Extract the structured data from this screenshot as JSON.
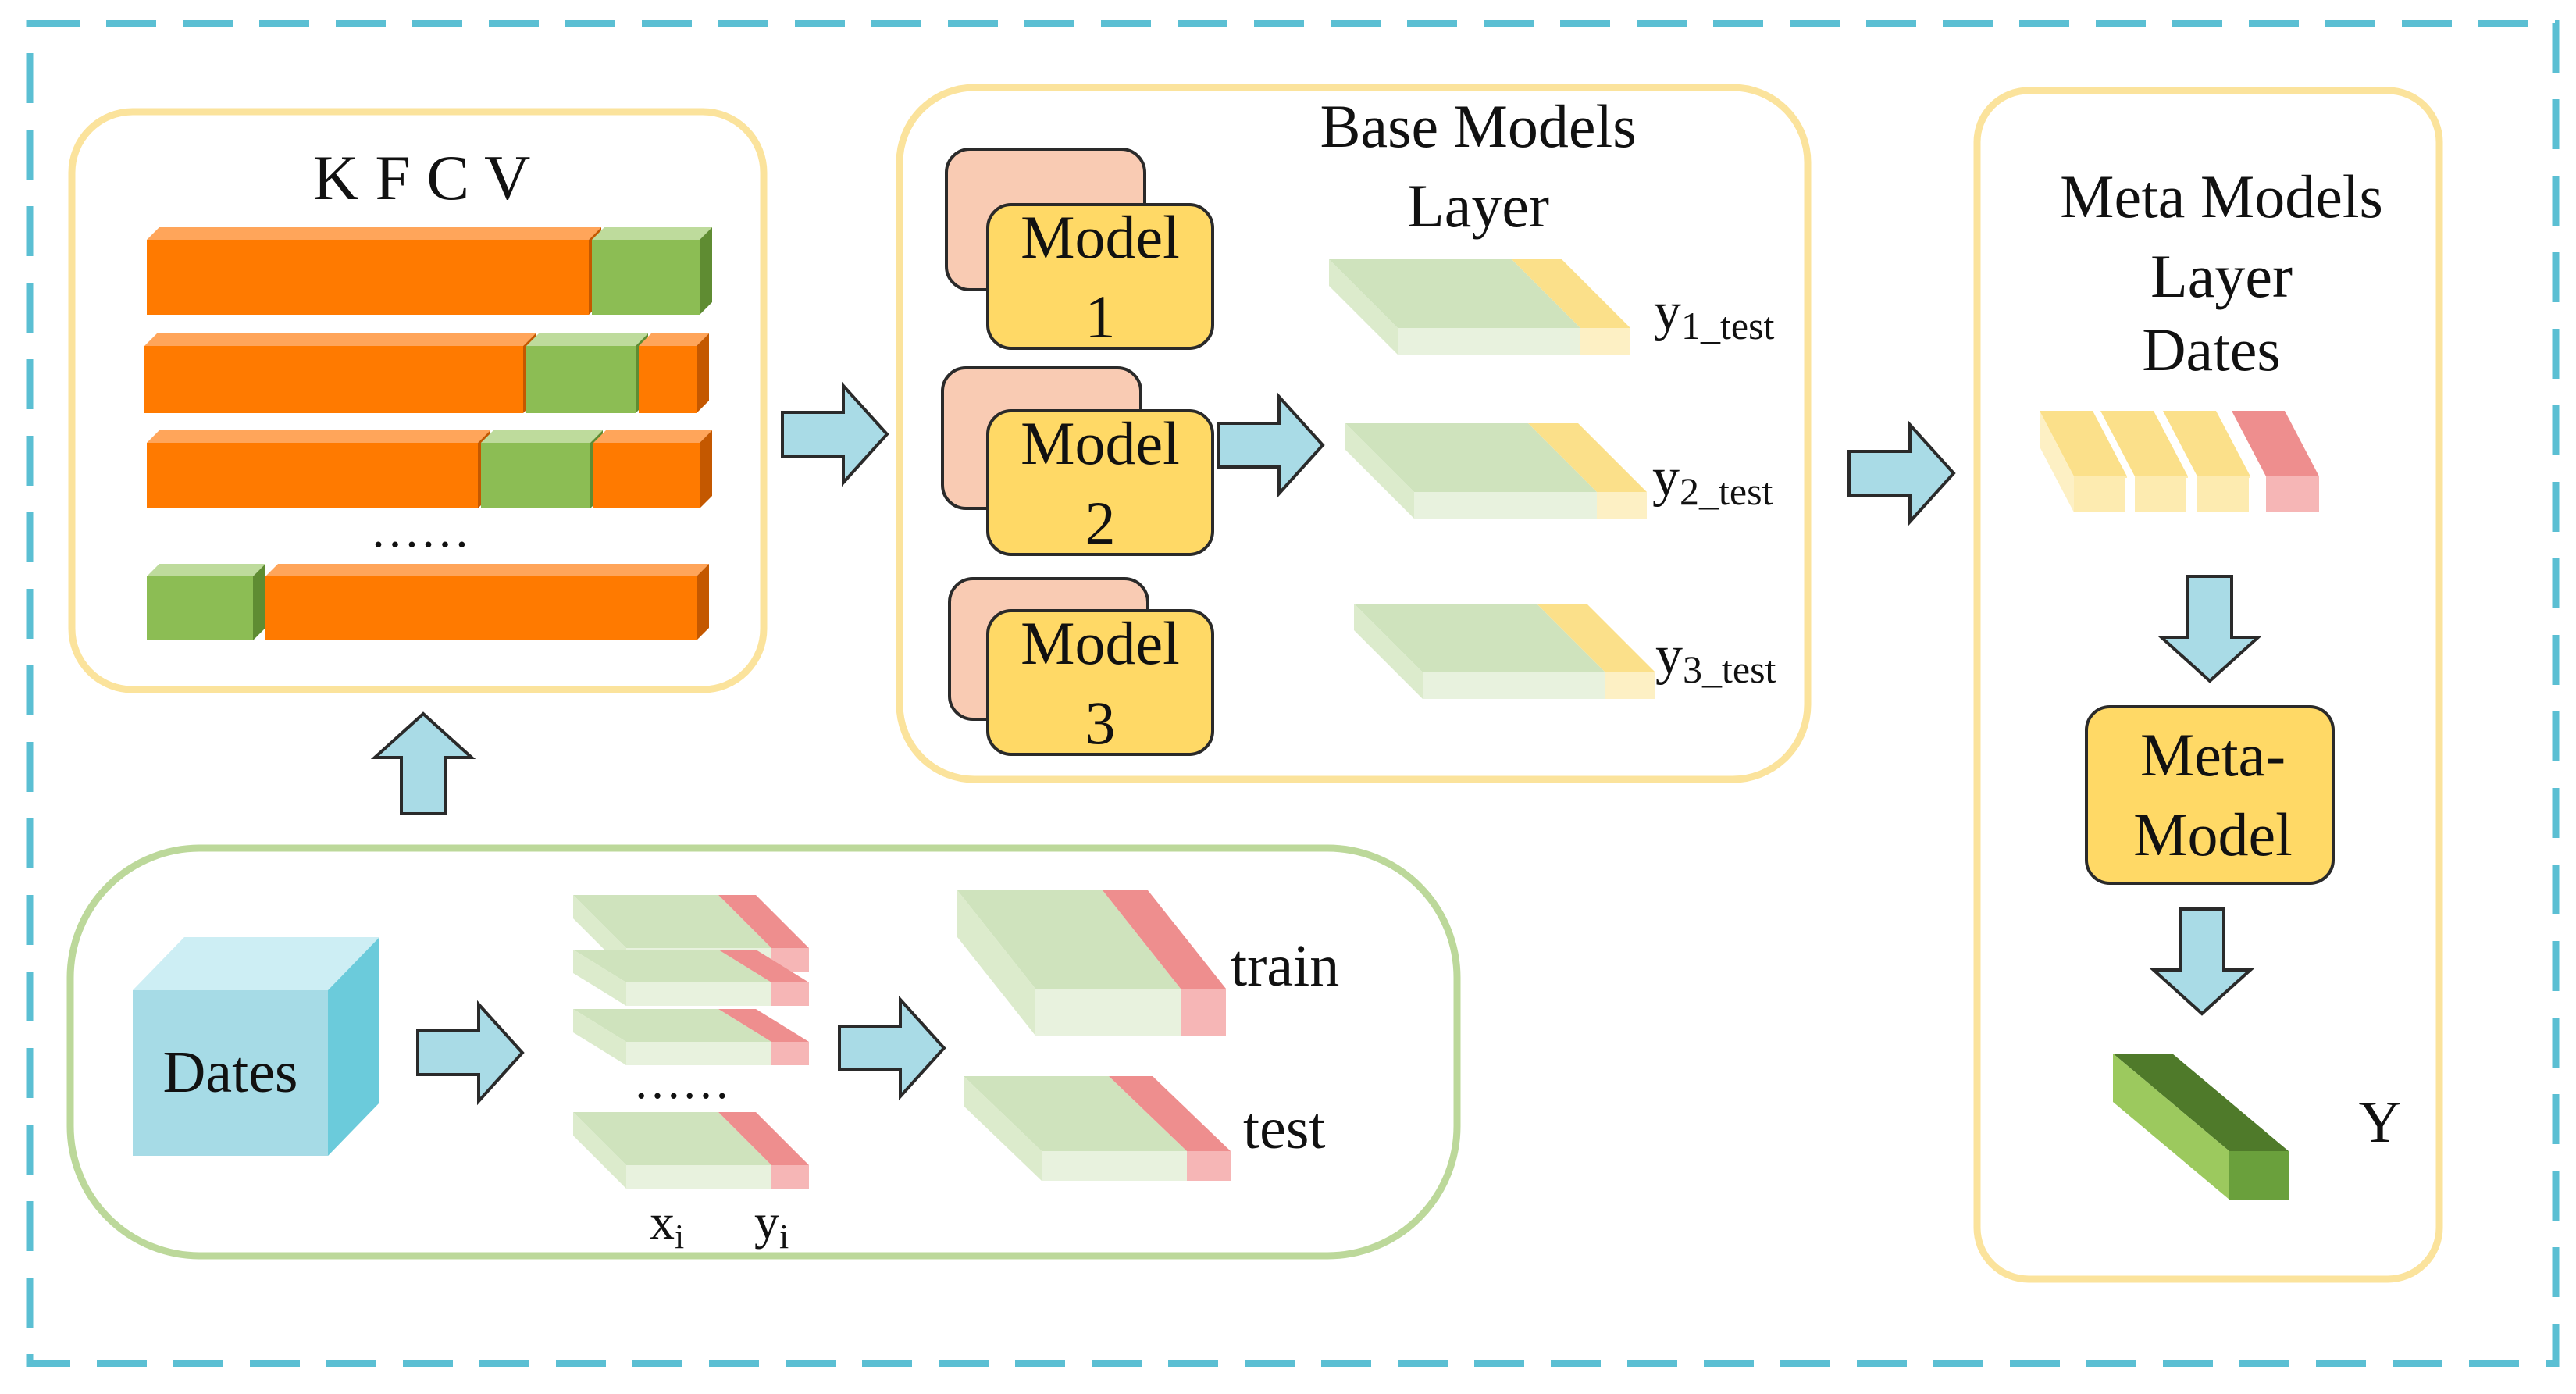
{
  "kfcv": {
    "title": "K F C V",
    "ellipsis": "……"
  },
  "base_layer": {
    "title_line1": "Base Models",
    "title_line2": "Layer",
    "models": [
      {
        "line1": "Model",
        "line2": "1"
      },
      {
        "line1": "Model",
        "line2": "2"
      },
      {
        "line1": "Model",
        "line2": "3"
      }
    ],
    "outputs": [
      {
        "main": "y",
        "sub": "1_test"
      },
      {
        "main": "y",
        "sub": "2_test"
      },
      {
        "main": "y",
        "sub": "3_test"
      }
    ]
  },
  "meta_layer": {
    "title_line1": "Meta Models",
    "title_line2": "Layer",
    "title_line3": "Dates",
    "meta_model_line1": "Meta-",
    "meta_model_line2": "Model",
    "output_label": "Y"
  },
  "data_prep": {
    "cube_label": "Dates",
    "ellipsis": "……",
    "x_label": {
      "main": "x",
      "sub": "i"
    },
    "y_label": {
      "main": "y",
      "sub": "i"
    },
    "train_label": "train",
    "test_label": "test"
  },
  "colors": {
    "dashed_frame": "#5bbfd3",
    "panel_border_yellow": "#fbe39c",
    "panel_border_green": "#bcd89a",
    "fold_orange": "#ff7a00",
    "fold_green": "#8cbd54",
    "arrow_blue": "#a9dbe6",
    "model_yellow": "#ffd966",
    "model_shadow": "#f9cbb3",
    "slab_green": "#cfe3bd",
    "slab_red": "#ee8e8e",
    "slab_yellow": "#fbe08a",
    "cube_blue": "#a6dbe6",
    "output_dark_green": "#3f7a2a"
  }
}
